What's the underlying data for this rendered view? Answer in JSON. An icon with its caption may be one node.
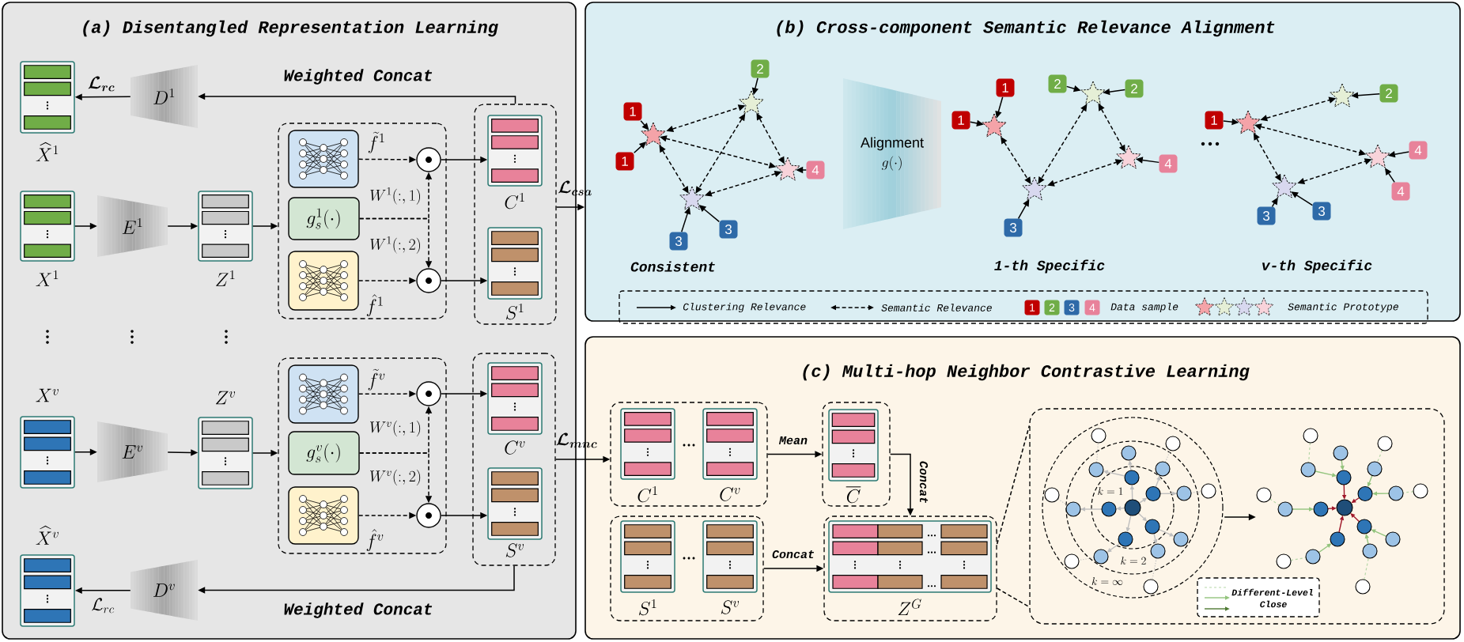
{
  "diagram": {
    "nodes": [
      {
        "text": [
          "(a) Disentangled Representation Learning"
        ]
      },
      {
        "text": [],
        "shape": "box",
        "beside": [
          "\\widehat{X}^{1}"
        ],
        "in": 0
      },
      {
        "text": [
          "D^{1}"
        ],
        "in": 0
      },
      {
        "text": [],
        "shape": "box",
        "beside": [
          "X^{1}"
        ],
        "in": 0
      },
      {
        "text": [
          "E^{1}"
        ],
        "in": 0
      },
      {
        "text": [],
        "shape": "box",
        "beside": [
          "Z^{1}"
        ],
        "in": 0
      },
      {
        "text": [],
        "shape": "box",
        "in": 0
      },
      {
        "text": [],
        "shape": "box",
        "beside": [
          "\\tilde{f}^{1}"
        ],
        "in": 6
      },
      {
        "text": [
          "g_{s}^{1}(\\cdot)"
        ],
        "in": 6
      },
      {
        "text": [],
        "shape": "box",
        "beside": [
          "\\hat{f}^{1}"
        ],
        "in": 6
      },
      {
        "text": [],
        "shape": "circle",
        "in": 6
      },
      {
        "text": [],
        "shape": "circle",
        "in": 6
      },
      {
        "text": [],
        "shape": "box",
        "in": 0
      },
      {
        "text": [],
        "shape": "box",
        "beside": [
          "C^{1}"
        ],
        "in": 12
      },
      {
        "text": [],
        "shape": "box",
        "beside": [
          "S^{1}"
        ],
        "in": 12
      },
      {
        "text": [],
        "shape": "box",
        "beside": [
          "X^{v}"
        ],
        "in": 0
      },
      {
        "text": [
          "E^{v}"
        ],
        "in": 0
      },
      {
        "text": [],
        "shape": "box",
        "beside": [
          "Z^{v}"
        ],
        "in": 0
      },
      {
        "text": [],
        "shape": "box",
        "in": 0
      },
      {
        "text": [],
        "shape": "box",
        "beside": [
          "\\tilde{f}^{v}"
        ],
        "in": 18
      },
      {
        "text": [
          "g_{s}^{v}(\\cdot)"
        ],
        "in": 18
      },
      {
        "text": [],
        "shape": "box",
        "beside": [
          "\\hat{f}^{v}"
        ],
        "in": 18
      },
      {
        "text": [],
        "shape": "circle",
        "in": 18
      },
      {
        "text": [],
        "shape": "circle",
        "in": 18
      },
      {
        "text": [],
        "shape": "box",
        "in": 0
      },
      {
        "text": [],
        "shape": "box",
        "beside": [
          "C^{v}"
        ],
        "in": 24
      },
      {
        "text": [],
        "shape": "box",
        "beside": [
          "S^{v}"
        ],
        "in": 24
      },
      {
        "text": [],
        "shape": "box",
        "beside": [
          "\\widehat{X}^{v}"
        ],
        "in": 0
      },
      {
        "text": [
          "D^{v}"
        ],
        "in": 0
      },
      {
        "text": [
          "(b) Cross-component Semantic Relevance Alignment"
        ]
      },
      {
        "text": [],
        "shape": "star",
        "in": 29
      },
      {
        "text": [],
        "shape": "star",
        "in": 29
      },
      {
        "text": [],
        "shape": "star",
        "in": 29
      },
      {
        "text": [],
        "shape": "star",
        "in": 29
      },
      {
        "text": [
          "1"
        ],
        "in": 29
      },
      {
        "text": [
          "1"
        ],
        "in": 29
      },
      {
        "text": [
          "2"
        ],
        "in": 29
      },
      {
        "text": [
          "4"
        ],
        "in": 29
      },
      {
        "text": [
          "3"
        ],
        "in": 29
      },
      {
        "text": [
          "3"
        ],
        "in": 29
      },
      {
        "text": [
          "Alignment",
          "g(\\cdot)"
        ],
        "in": 29
      },
      {
        "text": [],
        "shape": "star",
        "in": 29
      },
      {
        "text": [],
        "shape": "star",
        "in": 29
      },
      {
        "text": [],
        "shape": "star",
        "in": 29
      },
      {
        "text": [],
        "shape": "star",
        "in": 29
      },
      {
        "text": [
          "1"
        ],
        "in": 29
      },
      {
        "text": [
          "1"
        ],
        "in": 29
      },
      {
        "text": [
          "2"
        ],
        "in": 29
      },
      {
        "text": [
          "2"
        ],
        "in": 29
      },
      {
        "text": [
          "4"
        ],
        "in": 29
      },
      {
        "text": [
          "3"
        ],
        "in": 29
      },
      {
        "text": [],
        "shape": "star",
        "in": 29
      },
      {
        "text": [],
        "shape": "star",
        "in": 29
      },
      {
        "text": [],
        "shape": "star",
        "in": 29
      },
      {
        "text": [],
        "shape": "star",
        "in": 29
      },
      {
        "text": [
          "1"
        ],
        "in": 29
      },
      {
        "text": [
          "2"
        ],
        "in": 29
      },
      {
        "text": [
          "4"
        ],
        "in": 29
      },
      {
        "text": [
          "4"
        ],
        "in": 29
      },
      {
        "text": [
          "3"
        ],
        "in": 29
      },
      {
        "text": [
          "3"
        ],
        "in": 29
      },
      {
        "text": [
          "(c) Multi-hop Neighbor Contrastive Learning"
        ]
      },
      {
        "text": [],
        "shape": "box",
        "in": 61
      },
      {
        "text": [],
        "shape": "box",
        "beside": [
          "C^{1}"
        ],
        "in": 62
      },
      {
        "text": [],
        "shape": "box",
        "beside": [
          "C^{v}"
        ],
        "in": 62
      },
      {
        "text": [],
        "shape": "box",
        "in": 61
      },
      {
        "text": [],
        "shape": "box",
        "beside": [
          "\\overline{C}"
        ],
        "in": 65
      },
      {
        "text": [],
        "shape": "box",
        "in": 61
      },
      {
        "text": [],
        "shape": "box",
        "beside": [
          "S^{1}"
        ],
        "in": 67
      },
      {
        "text": [],
        "shape": "box",
        "beside": [
          "S^{v}"
        ],
        "in": 67
      },
      {
        "text": [],
        "shape": "box",
        "in": 61
      },
      {
        "text": [],
        "shape": "box",
        "beside": [
          "Z^{G}"
        ],
        "in": 70
      },
      {
        "text": [],
        "shape": "box",
        "in": 61
      },
      {
        "text": [],
        "shape": "picture",
        "in": 72
      },
      {
        "text": [],
        "shape": "picture",
        "in": 72
      }
    ],
    "edges": [
      {
        "from": 3,
        "to": 4,
        "arrow": "to"
      },
      {
        "from": 4,
        "to": 5,
        "arrow": "to"
      },
      {
        "from": 5,
        "to": 6,
        "arrow": "to"
      },
      {
        "from": 7,
        "to": 10,
        "arrow": "to",
        "style": "dashed"
      },
      {
        "from": 9,
        "to": 11,
        "arrow": "to",
        "style": "dashed"
      },
      {
        "from": 8,
        "to": 10,
        "arrow": "to",
        "style": "dashed",
        "label": "W^{1}(:,1)"
      },
      {
        "from": 8,
        "to": 11,
        "arrow": "to",
        "style": "dashed",
        "label": "W^{1}(:,2)"
      },
      {
        "from": 10,
        "to": 13,
        "arrow": "to"
      },
      {
        "from": 11,
        "to": 14,
        "arrow": "to"
      },
      {
        "from": 12,
        "to": 2,
        "arrow": "to",
        "label": "Weighted Concat"
      },
      {
        "from": 2,
        "to": 1,
        "arrow": "to",
        "label": "\\boldsymbol{\\mathcal{L}}_{\\boldsymbol{rc}}"
      },
      {
        "from": 15,
        "to": 16,
        "arrow": "to"
      },
      {
        "from": 16,
        "to": 17,
        "arrow": "to"
      },
      {
        "from": 17,
        "to": 18,
        "arrow": "to"
      },
      {
        "from": 19,
        "to": 22,
        "arrow": "to",
        "style": "dashed"
      },
      {
        "from": 21,
        "to": 23,
        "arrow": "to",
        "style": "dashed"
      },
      {
        "from": 20,
        "to": 22,
        "arrow": "to",
        "style": "dashed",
        "label": "W^{v}(:,1)"
      },
      {
        "from": 20,
        "to": 23,
        "arrow": "to",
        "style": "dashed",
        "label": "W^{v}(:,2)"
      },
      {
        "from": 22,
        "to": 25,
        "arrow": "to"
      },
      {
        "from": 23,
        "to": 26,
        "arrow": "to"
      },
      {
        "from": 24,
        "to": 28,
        "arrow": "to",
        "label": "Weighted Concat"
      },
      {
        "from": 28,
        "to": 27,
        "arrow": "to",
        "label": "\\mathcal{L}_{rc}"
      },
      {
        "from": 12,
        "to": 29,
        "arrow": "to",
        "label": "\\boldsymbol{\\mathcal{L}}_{\\boldsymbol{csa}}"
      },
      {
        "from": 24,
        "to": 62,
        "arrow": "to",
        "label": "\\boldsymbol{\\mathcal{L}}_{\\boldsymbol{mnc}}"
      },
      {
        "from": 34,
        "to": 30,
        "arrow": "to"
      },
      {
        "from": 35,
        "to": 30,
        "arrow": "to"
      },
      {
        "from": 36,
        "to": 31,
        "arrow": "to"
      },
      {
        "from": 37,
        "to": 32,
        "arrow": "to"
      },
      {
        "from": 38,
        "to": 33,
        "arrow": "to"
      },
      {
        "from": 39,
        "to": 33,
        "arrow": "to"
      },
      {
        "from": 45,
        "to": 41,
        "arrow": "to"
      },
      {
        "from": 46,
        "to": 41,
        "arrow": "to"
      },
      {
        "from": 47,
        "to": 42,
        "arrow": "to"
      },
      {
        "from": 48,
        "to": 42,
        "arrow": "to"
      },
      {
        "from": 49,
        "to": 43,
        "arrow": "to"
      },
      {
        "from": 50,
        "to": 44,
        "arrow": "to"
      },
      {
        "from": 55,
        "to": 51,
        "arrow": "to"
      },
      {
        "from": 56,
        "to": 52,
        "arrow": "to"
      },
      {
        "from": 57,
        "to": 53,
        "arrow": "to"
      },
      {
        "from": 58,
        "to": 53,
        "arrow": "to"
      },
      {
        "from": 59,
        "to": 54,
        "arrow": "to"
      },
      {
        "from": 60,
        "to": 54,
        "arrow": "to"
      },
      {
        "from": 30,
        "to": 31,
        "arrow": "both",
        "style": "dashed"
      },
      {
        "from": 30,
        "to": 33,
        "arrow": "both",
        "style": "dashed"
      },
      {
        "from": 30,
        "to": 32,
        "arrow": "both",
        "style": "dashed"
      },
      {
        "from": 31,
        "to": 33,
        "arrow": "both",
        "style": "dashed"
      },
      {
        "from": 31,
        "to": 32,
        "arrow": "both",
        "style": "dashed"
      },
      {
        "from": 33,
        "to": 32,
        "arrow": "both",
        "style": "dashed"
      },
      {
        "from": 41,
        "to": 44,
        "arrow": "both",
        "style": "dashed"
      },
      {
        "from": 42,
        "to": 44,
        "arrow": "both",
        "style": "dashed"
      },
      {
        "from": 42,
        "to": 43,
        "arrow": "both",
        "style": "dashed"
      },
      {
        "from": 44,
        "to": 43,
        "arrow": "both",
        "style": "dashed"
      },
      {
        "from": 51,
        "to": 52,
        "arrow": "both",
        "style": "dashed"
      },
      {
        "from": 51,
        "to": 53,
        "arrow": "both",
        "style": "dashed"
      },
      {
        "from": 51,
        "to": 54,
        "arrow": "both",
        "style": "dashed"
      },
      {
        "from": 54,
        "to": 53,
        "arrow": "both",
        "style": "dashed"
      },
      {
        "from": 62,
        "to": 65,
        "arrow": "to",
        "label": "Mean"
      },
      {
        "from": 65,
        "to": 70,
        "arrow": "to",
        "label": "Concat"
      },
      {
        "from": 67,
        "to": 70,
        "arrow": "to",
        "label": "Concat"
      },
      {
        "from": 70,
        "to": 72,
        "arrow": "none",
        "style": "dashed"
      },
      {
        "from": 70,
        "to": 72,
        "arrow": "none",
        "style": "dashed"
      },
      {
        "from": 73,
        "to": 74,
        "arrow": "to"
      }
    ],
    "labels": [
      "Consistent",
      "1-th Specific",
      "v-th Specific",
      "1",
      "2",
      "3",
      "4",
      "k = 1",
      "k = 2",
      "k = \\infty"
    ],
    "legend": [
      {
        "text": "Clustering Relevance"
      },
      {
        "text": "Semantic Relevance"
      },
      {
        "text": "Data sample"
      },
      {
        "text": "Semantic Prototype"
      },
      {
        "text": "Different-Level"
      },
      {
        "text": "Close"
      }
    ]
  }
}
